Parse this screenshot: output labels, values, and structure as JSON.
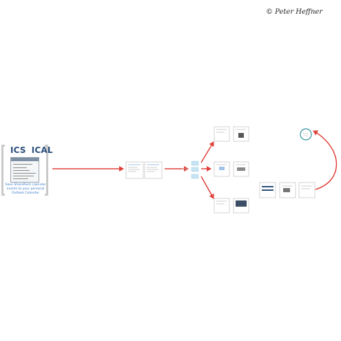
{
  "credit": "© Peter Heffner",
  "ics_block": {
    "label_ics": "ICS",
    "label_ical": "ICAL",
    "caption": "Save SharePoint calendar events to your personal Outlook Calendar"
  },
  "colors": {
    "arrow": "#e0403a",
    "card_border": "#c8c8c8",
    "card_fill": "#ffffff",
    "blue_chip": "#c6e3f4",
    "circle": "#2f8fa0",
    "title_blue": "#2a4e7a"
  },
  "nodes": [
    {
      "id": "pair-1",
      "kind": "card-pair"
    },
    {
      "id": "blue-stack",
      "kind": "chip-stack"
    },
    {
      "id": "pair-top",
      "kind": "card-pair"
    },
    {
      "id": "pair-middle",
      "kind": "card-pair"
    },
    {
      "id": "pair-bottom",
      "kind": "card-pair"
    },
    {
      "id": "triple-right",
      "kind": "card-triple"
    },
    {
      "id": "end-circle",
      "kind": "circle"
    }
  ]
}
